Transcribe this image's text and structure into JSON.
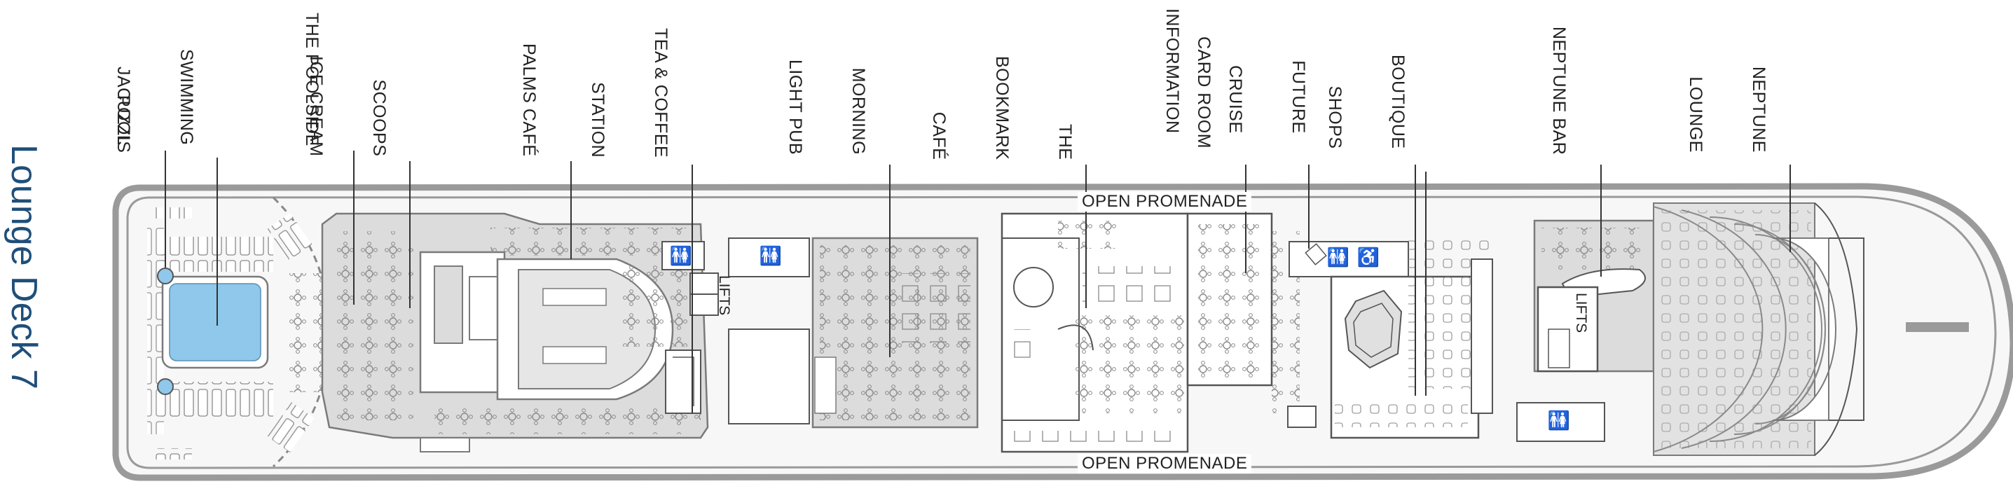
{
  "deck_title": "Lounge Deck 7",
  "promenade": {
    "top": "OPEN PROMENADE",
    "bottom": "OPEN PROMENADE"
  },
  "lifts": {
    "forward": "LIFTS",
    "aft": "LIFTS"
  },
  "labels": {
    "jacuzzis": [
      "JACUZZIS"
    ],
    "swimming_pool": [
      "SWIMMING",
      "POOL"
    ],
    "poolside": [
      "THE POOLSIDE"
    ],
    "scoops": [
      "SCOOPS",
      "ICE CREAM"
    ],
    "palms_cafe": [
      "PALMS CAFÉ"
    ],
    "tea_coffee": [
      "TEA & COFFEE",
      "STATION"
    ],
    "morning_light": [
      "MORNING",
      "LIGHT PUB"
    ],
    "bookmark": [
      "THE",
      "BOOKMARK",
      "CAFÉ"
    ],
    "card_room": [
      "CARD ROOM"
    ],
    "future_cruise": [
      "FUTURE",
      "CRUISE",
      "INFORMATION"
    ],
    "boutique": [
      "BOUTIQUE",
      "SHOPS"
    ],
    "neptune_bar": [
      "NEPTUNE BAR"
    ],
    "neptune_lounge": [
      "NEPTUNE",
      "LOUNGE"
    ]
  },
  "colors": {
    "title": "#1f4f7a",
    "hull_stroke": "#9a9a9a",
    "room_fill": "#dcdcdc",
    "room_stroke": "#7a7a7a",
    "pool_fill": "#8fc8ea",
    "leader": "#333333"
  },
  "icons": [
    "restroom-icon",
    "accessible-icon",
    "stairs-icon"
  ]
}
